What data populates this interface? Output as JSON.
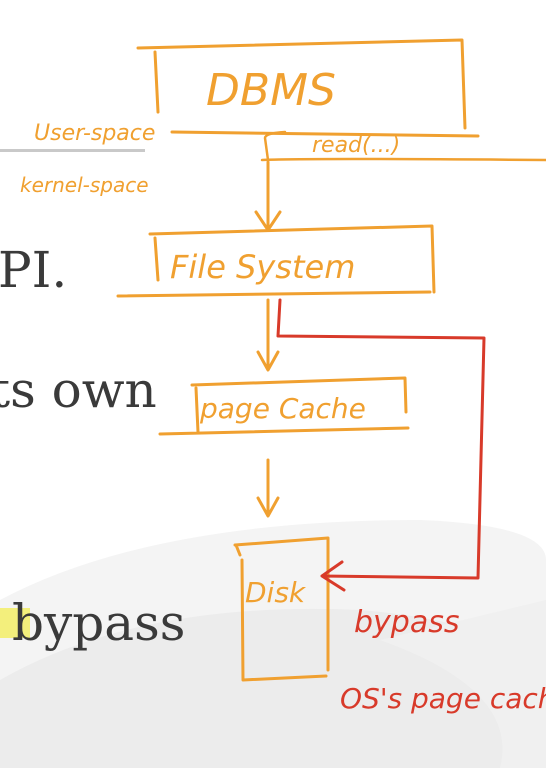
{
  "slide": {
    "line_api": "PI.",
    "line_own": "ts own",
    "line_bypass": "bypass"
  },
  "annotation": {
    "dbms": "DBMS",
    "user_space": "User-space",
    "kernel_space": "kernel-space",
    "read_call": "read(...)",
    "file_system": "File System",
    "page_cache": "page Cache",
    "disk": "Disk",
    "bypass_note_line1": "bypass",
    "bypass_note_line2": "OS's page cache"
  },
  "colors": {
    "orange_ink": "#f0a030",
    "red_ink": "#d83a2a",
    "highlight": "#f3ef7c",
    "slide_text": "#3a3a3a"
  }
}
